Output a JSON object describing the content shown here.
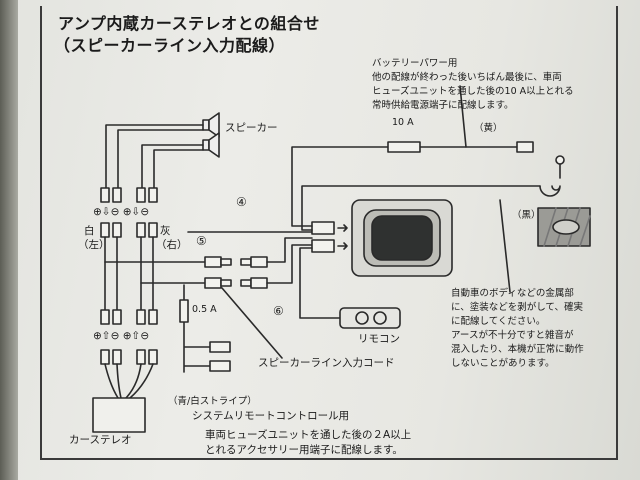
{
  "title": {
    "line1": "アンプ内蔵カーステレオとの組合せ",
    "line2": "（スピーカーライン入力配線）"
  },
  "labels": {
    "speaker": "スピーカー",
    "white_left_1": "白",
    "white_left_2": "（左）",
    "gray_right_1": "灰",
    "gray_right_2": "（右）",
    "car_stereo": "カーステレオ",
    "remote": "リモコン",
    "speaker_line_cord": "スピーカーライン入力コード",
    "fuse_10a": "10 A",
    "fuse_05a": "0.5 A",
    "yellow": "（黄）",
    "black": "（黒）",
    "blue_white_stripe": "（青/白ストライプ）",
    "circled_4": "④",
    "circled_5": "⑤",
    "circled_6": "⑥"
  },
  "notes": {
    "battery_1": "バッテリーパワー用",
    "battery_2": "他の配線が終わった後いちばん最後に、車両",
    "battery_3": "ヒューズユニットを通した後の10 A以上とれる",
    "battery_4": "常時供給電源端子に配線します。",
    "ground_1": "自動車のボディなどの金属部",
    "ground_2": "に、塗装などを剥がして、確実",
    "ground_3": "に配線してください。",
    "ground_4": "アースが不十分ですと雑音が",
    "ground_5": "混入したり、本機が正常に動作",
    "ground_6": "しないことがあります。",
    "remote_1": "システムリモートコントロール用",
    "remote_2": "車両ヒューズユニットを通した後の２A以上",
    "remote_3": "とれるアクセサリー用端子に配線します。"
  },
  "polarity": {
    "top": "⊕⇩⊖ ⊕⇩⊖",
    "bottom": "⊕⇧⊖ ⊕⇧⊖"
  }
}
